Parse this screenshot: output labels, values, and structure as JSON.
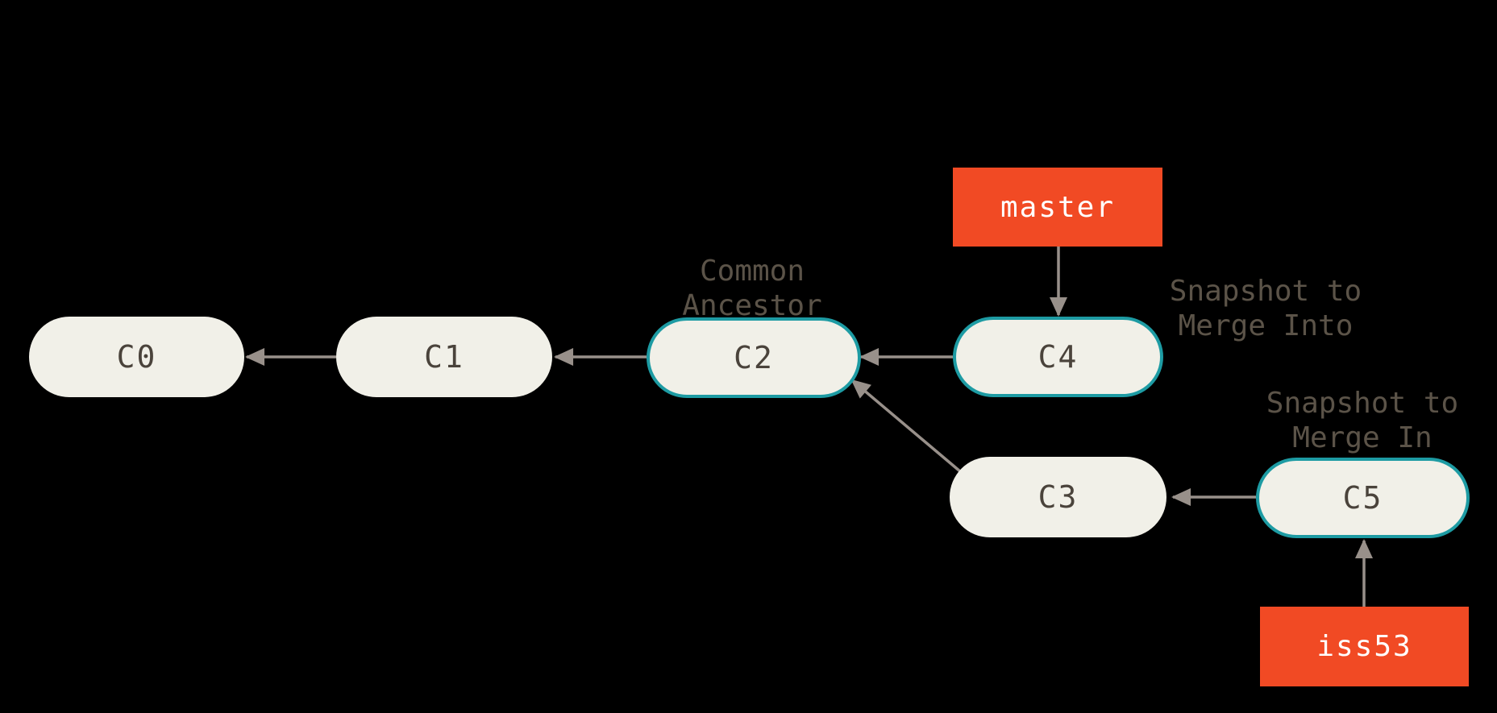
{
  "commits": {
    "c0": {
      "label": "C0",
      "highlighted": false
    },
    "c1": {
      "label": "C1",
      "highlighted": false
    },
    "c2": {
      "label": "C2",
      "highlighted": true
    },
    "c3": {
      "label": "C3",
      "highlighted": false
    },
    "c4": {
      "label": "C4",
      "highlighted": true
    },
    "c5": {
      "label": "C5",
      "highlighted": true
    }
  },
  "branches": {
    "master": {
      "label": "master"
    },
    "iss53": {
      "label": "iss53"
    }
  },
  "annotations": {
    "common_ancestor": {
      "line1": "Common",
      "line2": "Ancestor"
    },
    "snapshot_into": {
      "line1": "Snapshot to",
      "line2": "Merge Into"
    },
    "snapshot_in": {
      "line1": "Snapshot to",
      "line2": "Merge In"
    }
  },
  "colors": {
    "background": "#000000",
    "node_fill": "#f1f0e8",
    "node_text": "#4a433b",
    "highlight_border": "#1d9ba3",
    "branch_fill": "#f14a24",
    "branch_text": "#ffffff",
    "arrow": "#98908a",
    "annotation_text": "#5b5348"
  }
}
